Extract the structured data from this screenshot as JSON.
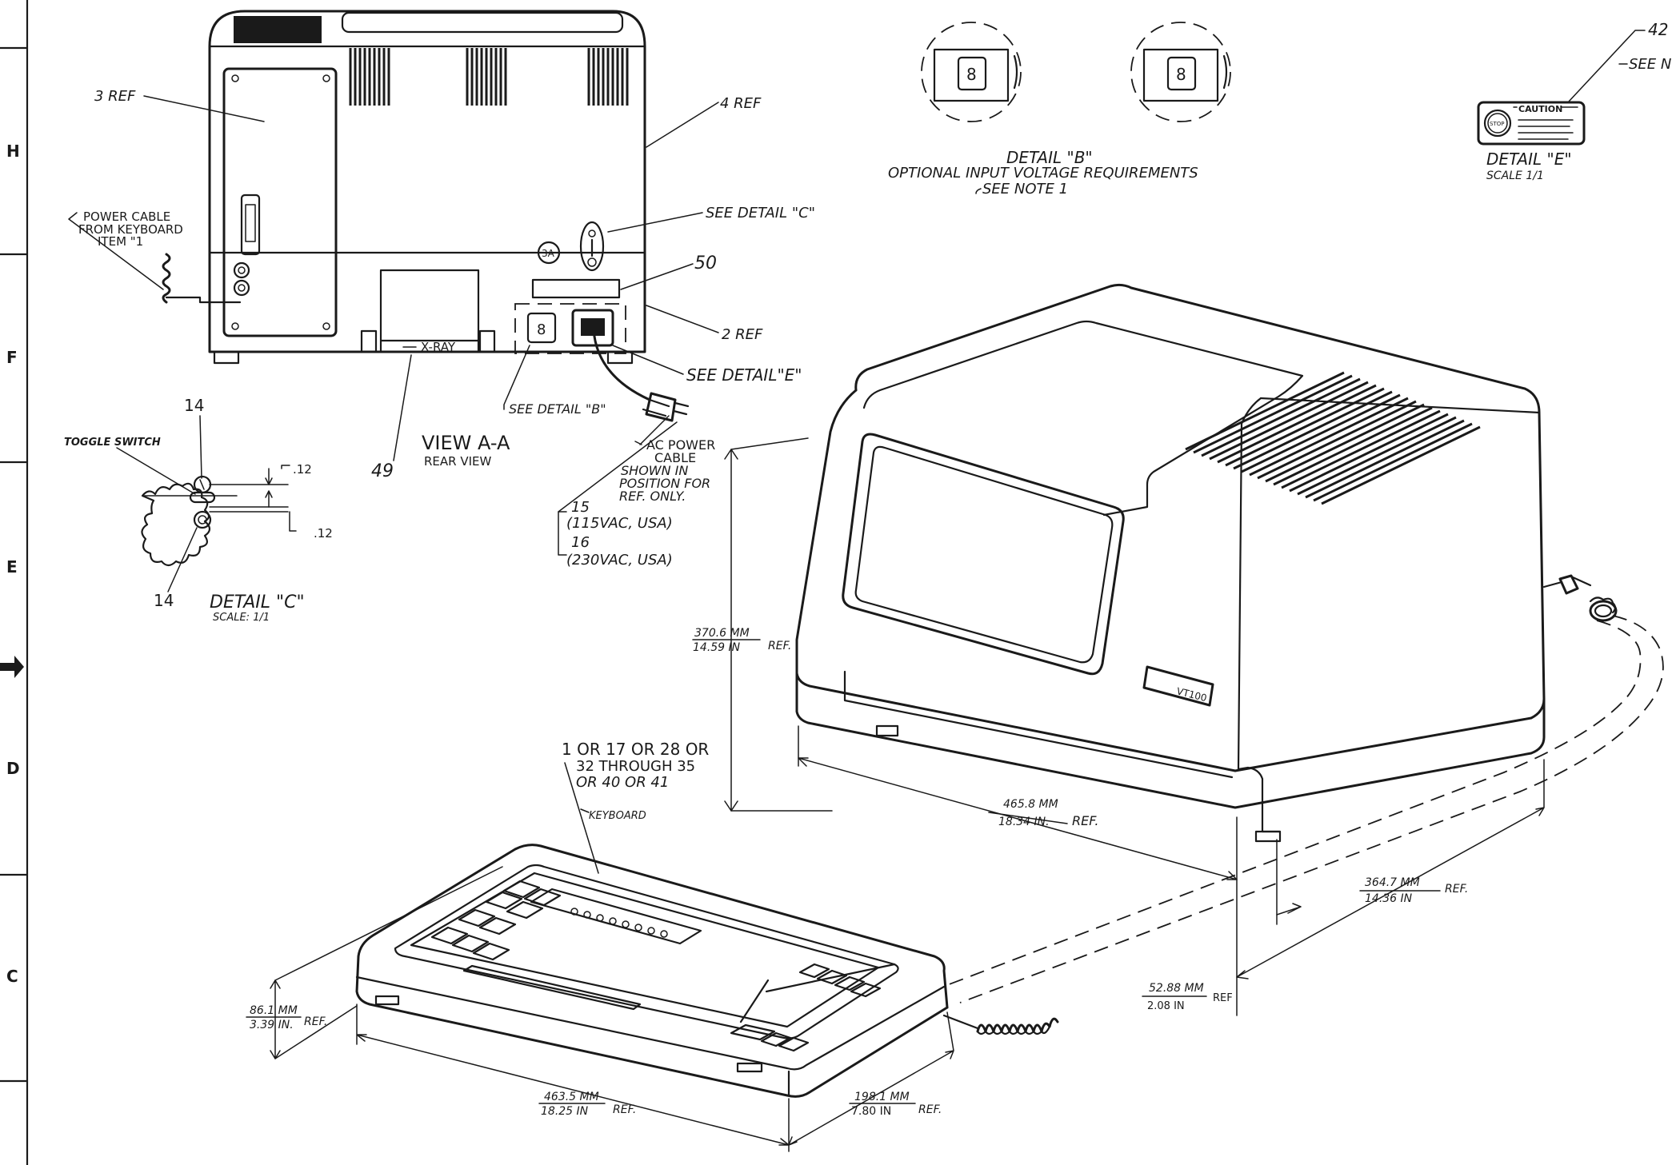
{
  "zones": [
    "H",
    "F",
    "E",
    "D",
    "C"
  ],
  "rear_view": {
    "ref_3": "3 REF",
    "ref_4": "4 REF",
    "ref_2": "2 REF",
    "see_detail_c": "SEE  DETAIL \"C\"",
    "item_50": "50",
    "item_49": "49",
    "see_detail_e": "SEE DETAIL\"E\"",
    "see_detail_b": "SEE DETAIL \"B\"",
    "xray": "X-RAY",
    "badge_3a": "3A",
    "power_cable_lines": [
      "POWER CABLE",
      "FROM KEYBOARD",
      "ITEM \"1"
    ],
    "view_title": "VIEW A-A",
    "view_subtitle": "REAR VIEW"
  },
  "ac_cable": {
    "lines": [
      "AC POWER",
      "CABLE",
      "SHOWN IN",
      "POSITION FOR",
      "REF. ONLY."
    ],
    "item_15": "15",
    "item_15_desc": "(115VAC, USA)",
    "item_16": "16",
    "item_16_desc": "(230VAC, USA)"
  },
  "detail_c": {
    "toggle_switch": "TOGGLE SWITCH",
    "item_top": "14",
    "item_bottom": "14",
    "dim_top": ".12",
    "dim_bottom": ".12",
    "title": "DETAIL \"C\"",
    "scale": "SCALE: 1/1"
  },
  "detail_b": {
    "title": "DETAIL \"B\"",
    "subtitle": "OPTIONAL  INPUT  VOLTAGE  REQUIREMENTS",
    "note": "SEE  NOTE 1"
  },
  "detail_e": {
    "item": "42",
    "see_note": "SEE NO",
    "caution": "CAUTION",
    "stop": "STOP",
    "title": "DETAIL \"E\"",
    "scale": "SCALE 1/1"
  },
  "terminal": {
    "badge": "VT100",
    "height_mm": "370.6 MM",
    "height_in": "14.59 IN",
    "height_ref": "REF.",
    "width_mm": "465.8 MM",
    "width_in": "18.34 IN.",
    "width_ref": "REF.",
    "depth_mm": "364.7 MM",
    "depth_in": "14.36 IN",
    "depth_ref": "REF.",
    "base_mm": "52.88 MM",
    "base_in": "2.08 IN",
    "base_ref": "REF"
  },
  "keyboard": {
    "callout_lines": [
      "1 OR 17 OR 28 OR",
      "32 THROUGH 35",
      "OR 40 OR 41"
    ],
    "label": "KEYBOARD",
    "height_mm": "86.1 MM",
    "height_in": "3.39 IN.",
    "height_ref": "REF.",
    "width_mm": "463.5 MM",
    "width_in": "18.25 IN",
    "width_ref": "REF.",
    "depth_mm": "198.1 MM",
    "depth_in": "7.80 IN",
    "depth_ref": "REF."
  }
}
